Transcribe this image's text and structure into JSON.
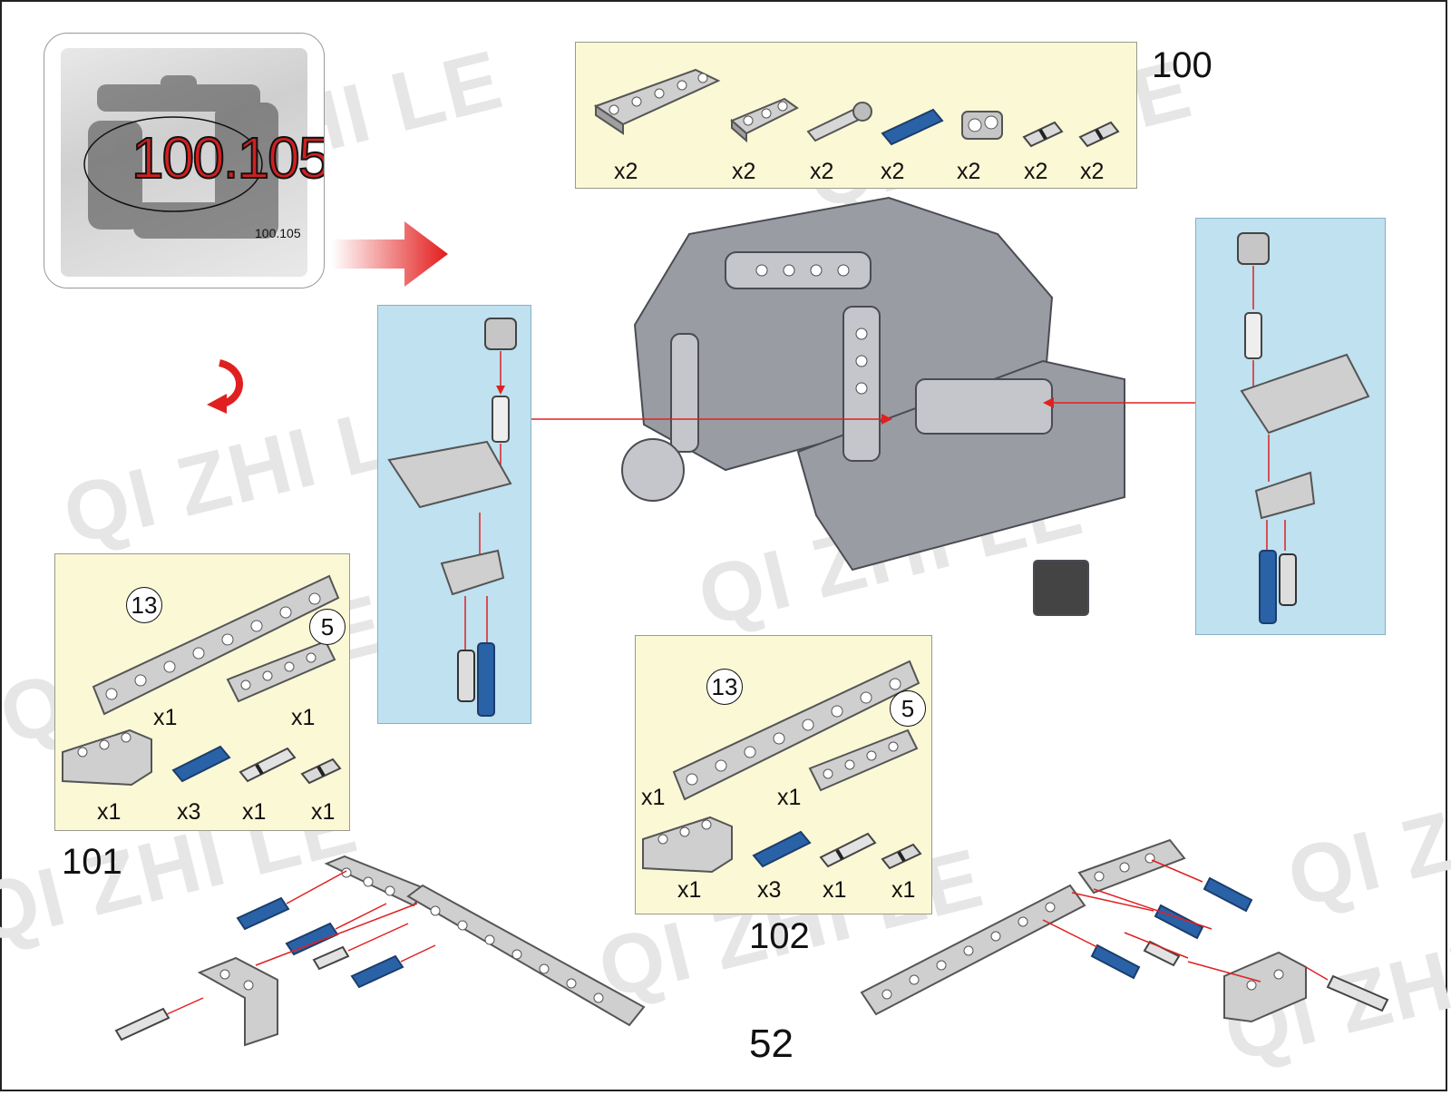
{
  "watermark": "QI ZHI LE",
  "bag": {
    "label": "100.105",
    "small_label": "100.105"
  },
  "page_number": "52",
  "steps": [
    {
      "number": "100",
      "parts": [
        {
          "icon": "beam-h-frame",
          "qty": "x2"
        },
        {
          "icon": "beam-3",
          "qty": "x2"
        },
        {
          "icon": "axle-pin",
          "qty": "x2"
        },
        {
          "icon": "blue-pin",
          "qty": "x2"
        },
        {
          "icon": "axle-connector",
          "qty": "x2"
        },
        {
          "icon": "friction-pin-short",
          "qty": "x2"
        },
        {
          "icon": "friction-pin-short",
          "qty": "x2"
        }
      ]
    },
    {
      "number": "101",
      "beam_lengths": [
        "13",
        "5"
      ],
      "parts": [
        {
          "icon": "beam-13",
          "qty": "x1"
        },
        {
          "icon": "beam-5",
          "qty": "x1"
        },
        {
          "icon": "beam-l",
          "qty": "x1"
        },
        {
          "icon": "blue-pin",
          "qty": "x3"
        },
        {
          "icon": "axle-pin-long",
          "qty": "x1"
        },
        {
          "icon": "friction-pin-short",
          "qty": "x1"
        }
      ]
    },
    {
      "number": "102",
      "beam_lengths": [
        "13",
        "5"
      ],
      "parts": [
        {
          "icon": "beam-13",
          "qty": "x1"
        },
        {
          "icon": "beam-5",
          "qty": "x1"
        },
        {
          "icon": "beam-l",
          "qty": "x1"
        },
        {
          "icon": "blue-pin",
          "qty": "x3"
        },
        {
          "icon": "axle-pin-long",
          "qty": "x1"
        },
        {
          "icon": "friction-pin-short",
          "qty": "x1"
        }
      ]
    }
  ],
  "colors": {
    "panel_yellow": "#fbf8d5",
    "panel_blue": "#bfe1f0",
    "arrow_red": "#e02020",
    "part_grey": "#c9c9c9",
    "pin_blue": "#2a62a8",
    "model_grey": "#9a9ca4"
  }
}
